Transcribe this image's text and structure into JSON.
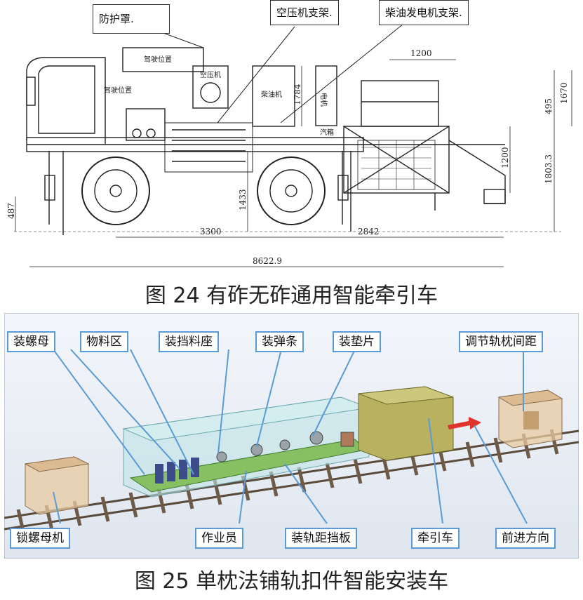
{
  "figure24": {
    "caption": "图 24  有砟无砟通用智能牵引车",
    "labels": {
      "guard": "防护罩.",
      "compressor_bracket": "空压机支架.",
      "generator_bracket": "柴油发电机支架."
    },
    "small_labels": {
      "driver_position_top": "驾驶位置",
      "driver_position_side": "驾驶位置",
      "compressor": "空压机",
      "diesel": "柴油机",
      "generator": "电机",
      "tank": "汽箱"
    },
    "dimensions": {
      "d1200_top": "1200",
      "d1670": "1670",
      "d495": "495",
      "d1784": "1784",
      "d1200_side": "1200",
      "d1803": "1803.3",
      "d1433": "1433",
      "d487": "487",
      "d3300": "3300",
      "d2842": "2842",
      "d8622": "8622.9"
    }
  },
  "figure25": {
    "caption": "图 25  单枕法铺轨扣件智能安装车",
    "labels": {
      "nut": "装螺母",
      "material": "物料区",
      "stop_seat": "装挡料座",
      "spring": "装弹条",
      "pad": "装垫片",
      "sleeper": "调节轨枕间距",
      "lock_machine": "锁螺母机",
      "operator": "作业员",
      "gauge_plate": "装轨距挡板",
      "tractor": "牵引车",
      "direction": "前进方向"
    }
  }
}
